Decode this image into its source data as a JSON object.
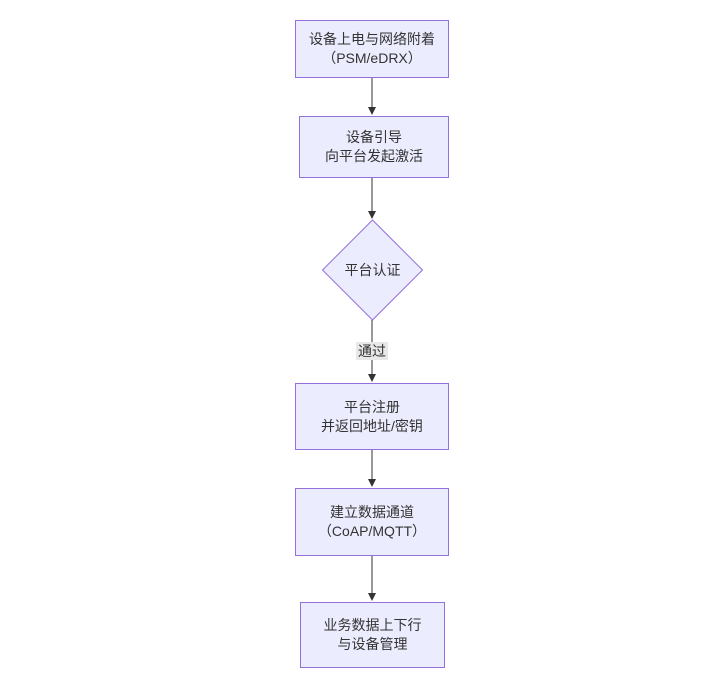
{
  "diagram": {
    "type": "flowchart",
    "direction": "top-down",
    "nodes": [
      {
        "id": "A",
        "shape": "rect",
        "lines": [
          "设备上电与网络附着",
          "（PSM/eDRX）"
        ]
      },
      {
        "id": "B",
        "shape": "rect",
        "lines": [
          "设备引导",
          "向平台发起激活"
        ]
      },
      {
        "id": "C",
        "shape": "diamond",
        "lines": [
          "平台认证"
        ]
      },
      {
        "id": "D",
        "shape": "rect",
        "lines": [
          "平台注册",
          "并返回地址/密钥"
        ]
      },
      {
        "id": "E",
        "shape": "rect",
        "lines": [
          "建立数据通道",
          "（CoAP/MQTT）"
        ]
      },
      {
        "id": "F",
        "shape": "rect",
        "lines": [
          "业务数据上下行",
          "与设备管理"
        ]
      }
    ],
    "edges": [
      {
        "from": "A",
        "to": "B",
        "label": ""
      },
      {
        "from": "B",
        "to": "C",
        "label": ""
      },
      {
        "from": "C",
        "to": "D",
        "label": "通过"
      },
      {
        "from": "D",
        "to": "E",
        "label": ""
      },
      {
        "from": "E",
        "to": "F",
        "label": ""
      }
    ],
    "colors": {
      "background": "#ffffff",
      "node_fill": "#ECECFF",
      "node_border": "#9370DB",
      "text": "#333333",
      "edge_line": "#333333",
      "edge_label_bg": "#e8e8e8"
    }
  }
}
